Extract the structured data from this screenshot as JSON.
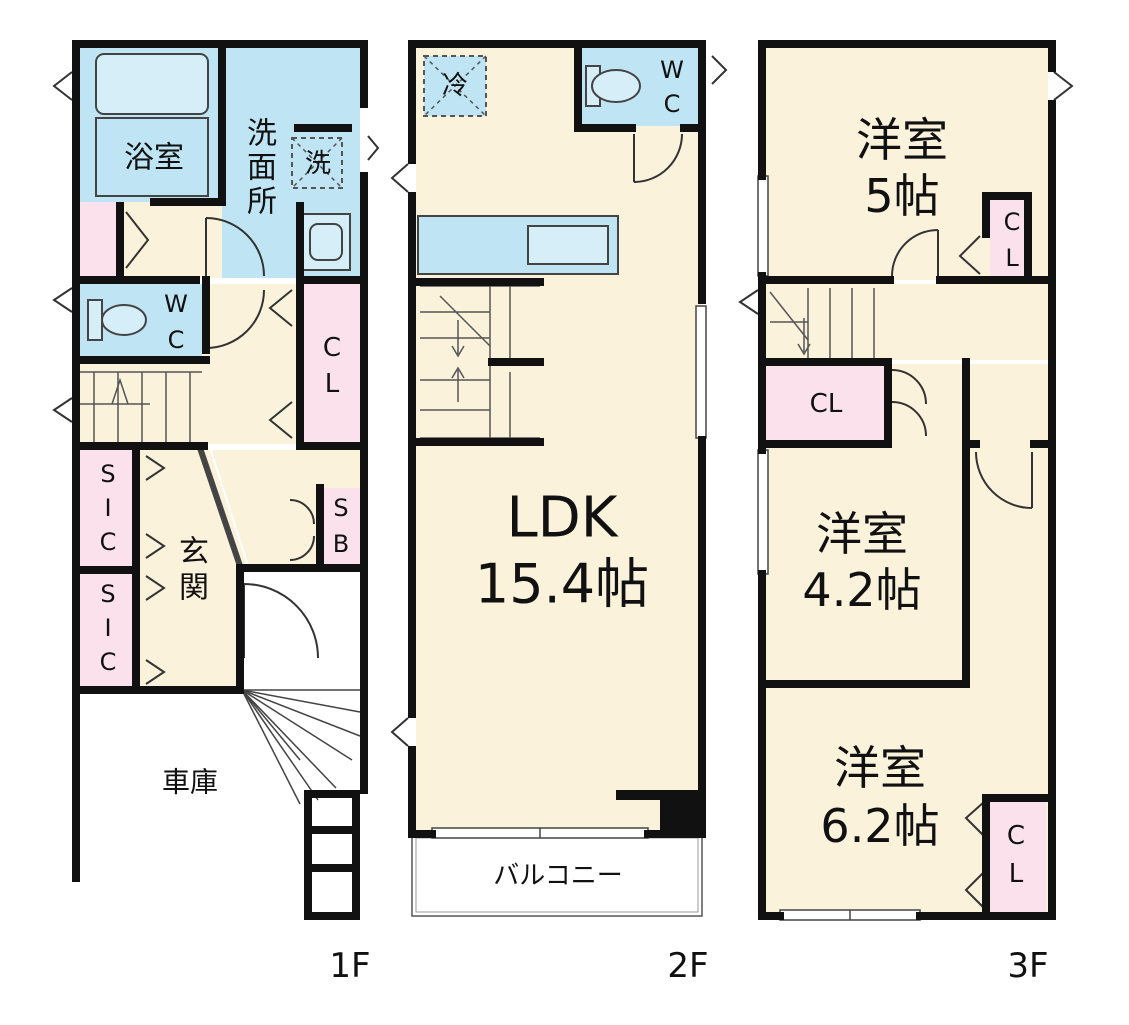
{
  "colors": {
    "wall": "#111111",
    "living": "#fbf2dc",
    "water": "#bfe5f4",
    "storage": "#fbe1eb",
    "fixture": "#d6eef8",
    "door": "#333333"
  },
  "floors": {
    "f1": {
      "label": "1F",
      "rooms": {
        "bath": "浴室",
        "washroom": [
          "洗",
          "面",
          "所"
        ],
        "washer": "洗",
        "wc": [
          "W",
          "C"
        ],
        "closet": [
          "C",
          "L"
        ],
        "sic_upper": [
          "S",
          "I",
          "C"
        ],
        "sic_lower": [
          "S",
          "I",
          "C"
        ],
        "entrance": [
          "玄",
          "関"
        ],
        "shoebox": [
          "S",
          "B"
        ],
        "garage": "車庫"
      }
    },
    "f2": {
      "label": "2F",
      "rooms": {
        "fridge": "冷",
        "wc": [
          "W",
          "C"
        ],
        "ldk_name": "LDK",
        "ldk_size": "15.4帖",
        "balcony": "バルコニー"
      }
    },
    "f3": {
      "label": "3F",
      "rooms": {
        "room5_name": "洋室",
        "room5_size": "5帖",
        "closet_top": [
          "C",
          "L"
        ],
        "closet_mid": "CL",
        "room42_name": "洋室",
        "room42_size": "4.2帖",
        "room62_name": "洋室",
        "room62_size": "6.2帖",
        "closet_bottom": [
          "C",
          "L"
        ]
      }
    }
  }
}
